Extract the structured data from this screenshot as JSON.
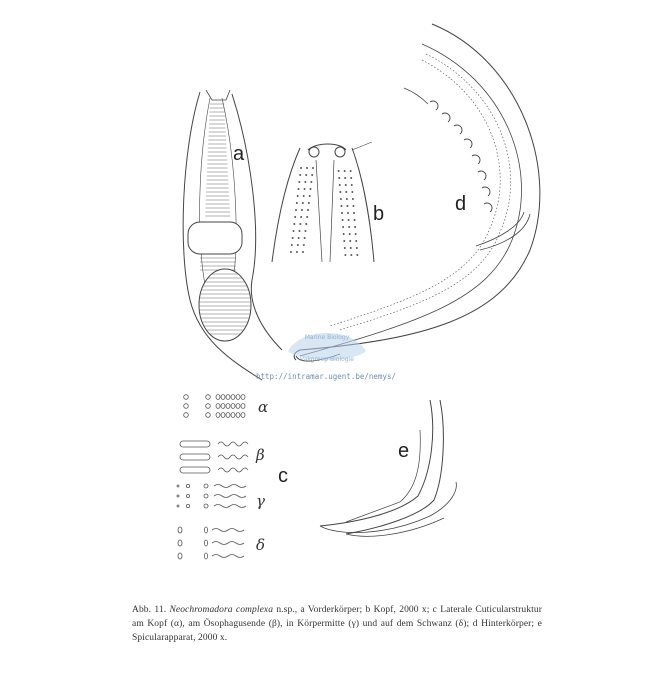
{
  "figure": {
    "panel_labels": {
      "a": "a",
      "b": "b",
      "c": "c",
      "d": "d",
      "e": "e"
    },
    "structure_labels": [
      "α",
      "β",
      "γ",
      "δ"
    ]
  },
  "watermark": {
    "url": "http://intramar.ugent.be/nemys/",
    "badge_top": "Marine Biology",
    "badge_bottom": "Vakgroep Biologie"
  },
  "caption": {
    "prefix": "Abb. 11.",
    "species": "Neochromadora complexa",
    "text": "n.sp., a Vorderkörper; b Kopf, 2000 x; c Laterale Cuticularstruktur am Kopf (α), am Ösophagusende (β), in Körpermitte (γ) und auf dem Schwanz (δ); d Hinterkörper; e Spicularapparat, 2000 x."
  },
  "colors": {
    "ink": "#333333",
    "watermark": "#6d8fb0",
    "badge": "#b9d2ea"
  }
}
